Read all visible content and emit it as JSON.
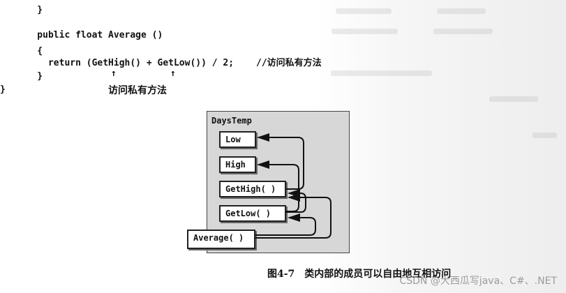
{
  "code": {
    "lines": [
      "    }",
      "",
      "    public float Average ()",
      "    {",
      "      return (GetHigh() + GetLow()) / 2;",
      "    }",
      "}"
    ],
    "comment": "//访问私有方法",
    "up_arrow": "↑",
    "note": "访问私有方法"
  },
  "diagram": {
    "title": "DaysTemp",
    "members": [
      "Low",
      "High",
      "GetHigh( )",
      "GetLow( )",
      "Average( )"
    ]
  },
  "caption": "图4-7　类内部的成员可以自由地互相访问",
  "watermark": "CSDN @大西瓜写java、C#、.NET"
}
